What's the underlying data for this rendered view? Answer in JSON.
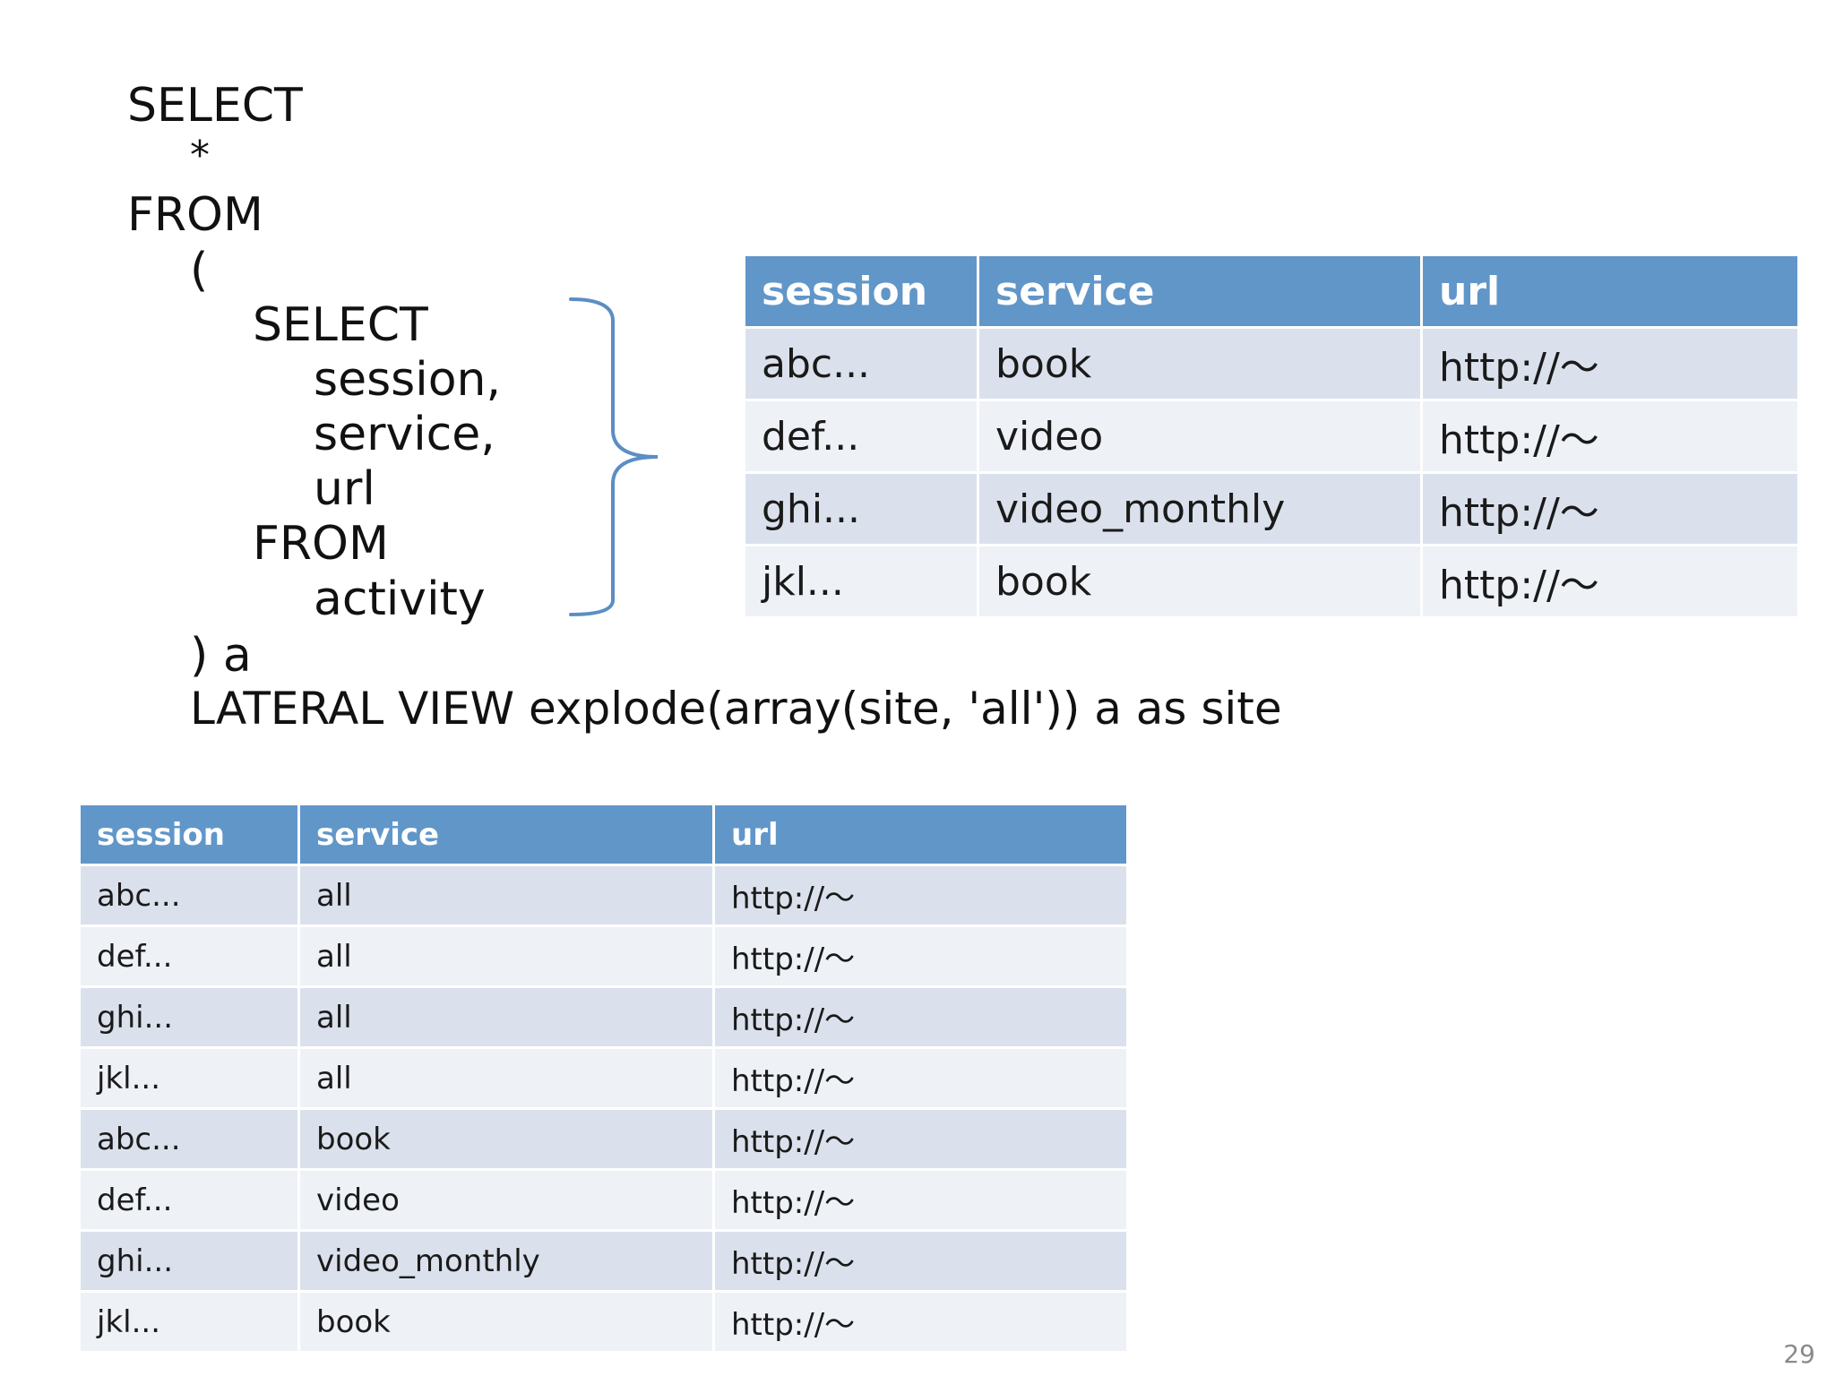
{
  "query": {
    "lines": [
      "SELECT",
      "*",
      "FROM",
      "(",
      "SELECT",
      "session,",
      "service,",
      "url",
      "FROM",
      "activity",
      ") a",
      "LATERAL VIEW explode(array(site, 'all')) a as site"
    ]
  },
  "source_table": {
    "headers": [
      "session",
      "service",
      "url"
    ],
    "rows": [
      [
        "abc...",
        "book",
        "http://～"
      ],
      [
        "def...",
        "video",
        "http://～"
      ],
      [
        "ghi...",
        "video_monthly",
        "http://～"
      ],
      [
        "jkl...",
        "book",
        "http://～"
      ]
    ]
  },
  "result_table": {
    "headers": [
      "session",
      "service",
      "url"
    ],
    "rows": [
      [
        "abc...",
        "all",
        "http://～"
      ],
      [
        "def...",
        "all",
        "http://～"
      ],
      [
        "ghi...",
        "all",
        "http://～"
      ],
      [
        "jkl...",
        "all",
        "http://～"
      ],
      [
        "abc...",
        "book",
        "http://～"
      ],
      [
        "def...",
        "video",
        "http://～"
      ],
      [
        "ghi...",
        "video_monthly",
        "http://～"
      ],
      [
        "jkl...",
        "book",
        "http://～"
      ]
    ]
  },
  "page_number": "29",
  "colors": {
    "header_bg": "#6196c9",
    "row_odd_bg": "#dbe1ec",
    "row_even_bg": "#eef1f6",
    "brace": "#5b8ec4"
  }
}
